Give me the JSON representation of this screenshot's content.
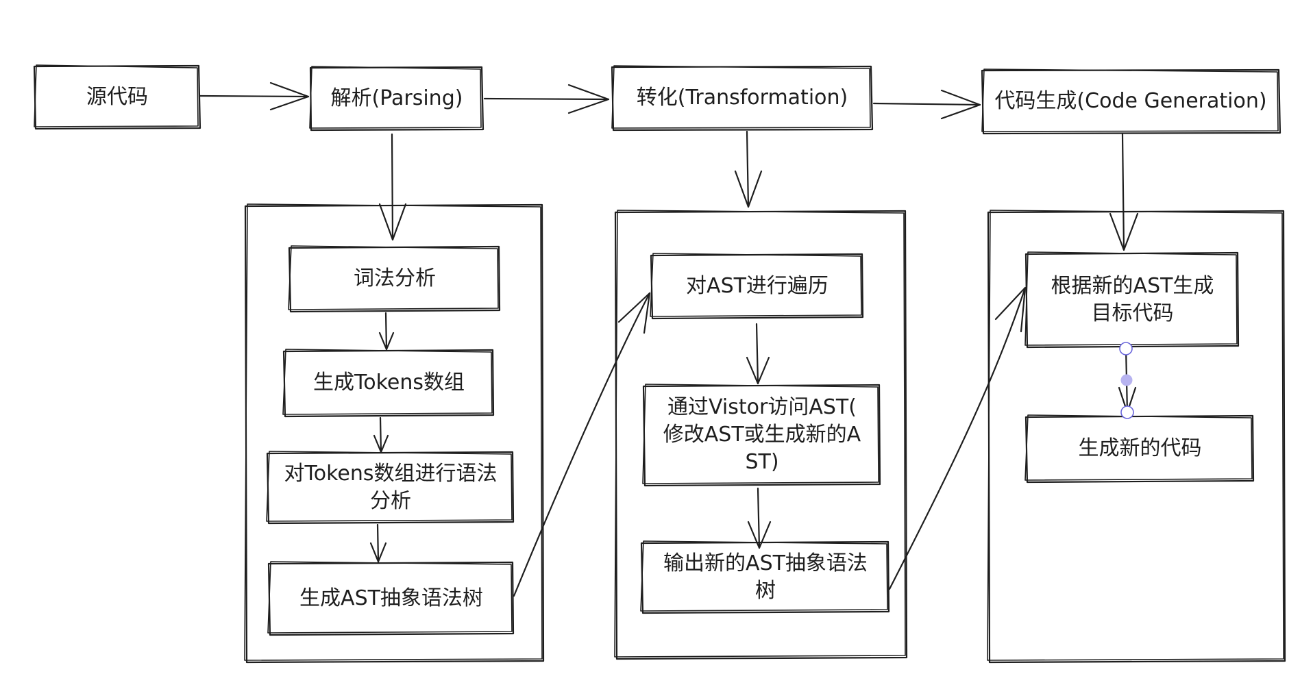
{
  "top_row": {
    "source": "源代码",
    "parsing": "解析(Parsing)",
    "transformation": "转化(Transformation)",
    "generation": "代码生成(Code Generation)"
  },
  "parsing_steps": [
    "词法分析",
    "生成Tokens数组",
    "对Tokens数组进行语法\n分析",
    "生成AST抽象语法树"
  ],
  "transformation_steps": [
    "对AST进行遍历",
    "通过Vistor访问AST(\n修改AST或生成新的A\nST)",
    "输出新的AST抽象语法\n树"
  ],
  "generation_steps": [
    "根据新的AST生成\n目标代码",
    "生成新的代码"
  ]
}
